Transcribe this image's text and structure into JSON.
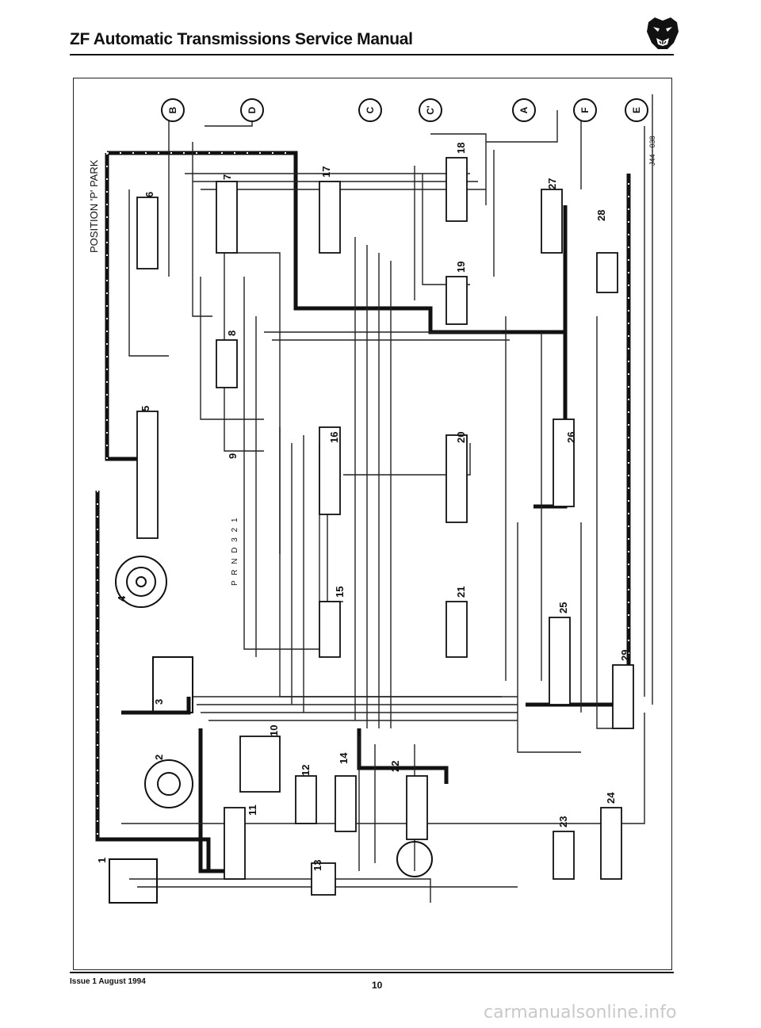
{
  "header": {
    "title": "ZF Automatic Transmissions Service Manual",
    "logo_icon": "jaguar-head-logo"
  },
  "diagram": {
    "position_label": "POSITION 'P' PARK",
    "reference": "J44 - 038",
    "selector_positions": "P R N D 3 2 1",
    "circuit_markers": [
      "B",
      "D",
      "C",
      "C'",
      "A",
      "F",
      "E"
    ],
    "component_numbers": [
      "1",
      "2",
      "3",
      "4",
      "5",
      "6",
      "7",
      "8",
      "9",
      "10",
      "11",
      "12",
      "13",
      "14",
      "15",
      "16",
      "17",
      "18",
      "19",
      "20",
      "21",
      "22",
      "23",
      "24",
      "25",
      "26",
      "27",
      "28",
      "29"
    ]
  },
  "footer": {
    "issue": "Issue 1 August 1994",
    "page_number": "10"
  },
  "watermark": "carmanualsonline.info"
}
